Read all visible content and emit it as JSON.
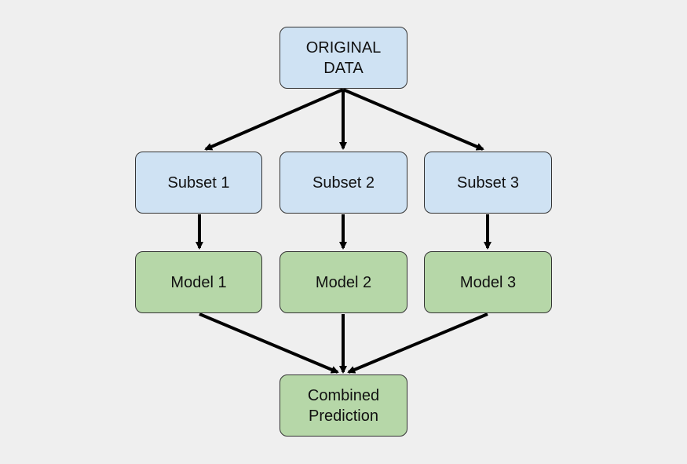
{
  "diagram": {
    "nodes": {
      "original": "ORIGINAL\nDATA",
      "subset_1": "Subset 1",
      "subset_2": "Subset 2",
      "subset_3": "Subset 3",
      "model_1": "Model 1",
      "model_2": "Model 2",
      "model_3": "Model 3",
      "combined": "Combined\nPrediction"
    },
    "colors": {
      "background": "#efefef",
      "data_node_fill": "#cfe2f3",
      "model_node_fill": "#b6d7a8",
      "border": "#333333",
      "arrow": "#000000"
    }
  }
}
